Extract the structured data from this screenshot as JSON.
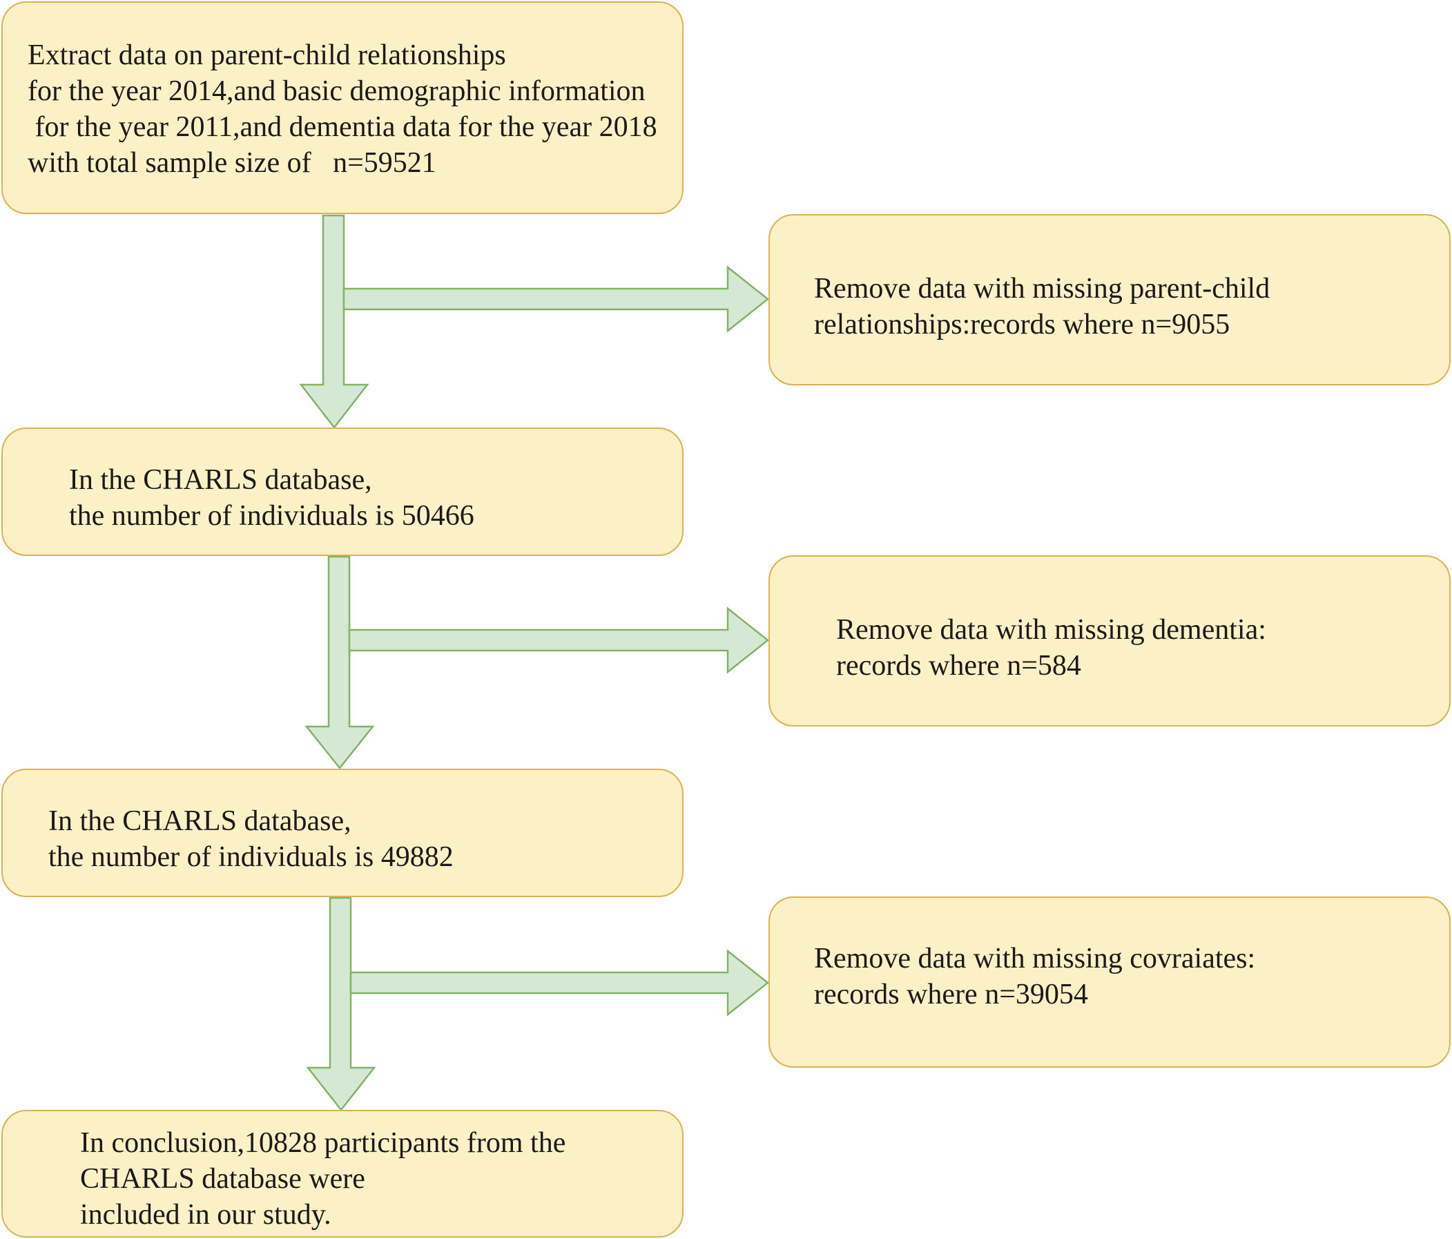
{
  "flowchart": {
    "steps": [
      {
        "lines": [
          "Extract data on parent-child relationships",
          "for the year 2014,and basic demographic information",
          " for the year 2011,and dementia data for the year 2018",
          "with total sample size of   n=59521"
        ]
      },
      {
        "lines": [
          "In the CHARLS database,",
          "the number of individuals is 50466"
        ]
      },
      {
        "lines": [
          "In the CHARLS database,",
          "the number of individuals is 49882"
        ]
      },
      {
        "lines": [
          "In conclusion,10828 participants from the",
          "CHARLS database were",
          "included in our study."
        ]
      }
    ],
    "exclusions": [
      {
        "lines": [
          "Remove data with missing parent-child",
          "relationships:records where n=9055"
        ]
      },
      {
        "lines": [
          "Remove data with missing dementia:",
          "records where n=584"
        ]
      },
      {
        "lines": [
          "Remove data with missing covraiates:",
          "records where n=39054"
        ]
      }
    ]
  },
  "colors": {
    "box_fill": "#fcf0c6",
    "box_border": "#d9b454",
    "arrow_fill": "#d5e8d4",
    "arrow_stroke": "#82b366"
  }
}
